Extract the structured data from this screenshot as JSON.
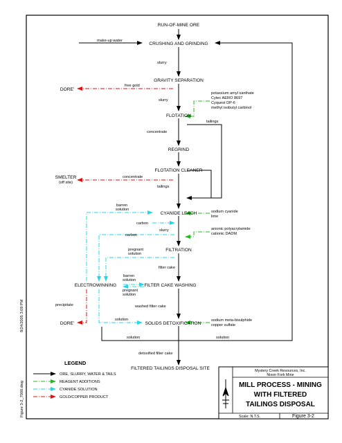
{
  "nodes": {
    "run_of_mine_ore": "RUN-OF-MINE ORE",
    "crushing_grinding": "CRUSHING AND GRINDING",
    "gravity_separation": "GRAVITY SEPARATION",
    "flotation": "FLOTATION",
    "regrind": "REGRIND",
    "flotation_cleaner": "FLOTATION CLEANER",
    "cyanide_leach": "CYANIDE LEACH",
    "filtration": "FILTRATION",
    "filter_cake_washing": "FILTER CAKE WASHING",
    "electrowinning": "ELECTROWINNING",
    "solids_detoxification": "SOLIDS DETOXIFICATION",
    "filtered_tailings_disposal": "FILTERED TAILINGS DISPOSAL SITE",
    "dore_1": "DORE'",
    "dore_2": "DORE'",
    "smelter": "SMELTER",
    "smelter_sub": "(off site)"
  },
  "labels": {
    "makeup_water": "make-up water",
    "slurry_1": "slurry",
    "slurry_2": "slurry",
    "slurry_3": "slurry",
    "free_gold": "free gold",
    "tailings_1": "tailings",
    "tailings_2": "tailings",
    "concentrate_1": "concentrate",
    "concentrate_2": "concentrate",
    "barren_solution_1a": "barren",
    "barren_solution_1b": "solution",
    "carbon_1": "carbon",
    "carbon_2": "carbon",
    "pregnant_solution_1a": "pregnant",
    "pregnant_solution_1b": "solution",
    "filter_cake": "filter cake",
    "barren_solution_2a": "barren",
    "barren_solution_2b": "solution",
    "pregnant_solution_2a": "pregnant",
    "pregnant_solution_2b": "solution",
    "precipitate": "precipitate",
    "washed_filter_cake": "washed filter cake",
    "solution_1": "solution",
    "solution_2": "solution",
    "solution_3": "solution",
    "detoxified_filter_cake": "detoxified filter cake"
  },
  "reagents": {
    "flotation": [
      "potassium amyl xanthate",
      "Cytec AERO 8697",
      "Cyquest DP-6",
      "methyl isobutyl carbinol"
    ],
    "leach": [
      "sodium cyanide",
      "lime"
    ],
    "filtration": [
      "anionic polyacrylamide",
      "cationic DADM"
    ],
    "detox": [
      "sodium meta-bisulphide",
      "copper sulfate"
    ]
  },
  "legend": {
    "title": "LEGEND",
    "items": [
      {
        "label": "ORE, SLURRY, WATER & TAILS",
        "color": "#000000"
      },
      {
        "label": "REAGENT ADDITIONS",
        "color": "#22bb22"
      },
      {
        "label": "CYANIDE SOLUTION",
        "color": "#22d8e8"
      },
      {
        "label": "GOLD/COPPER PRODUCT",
        "color": "#dd1111"
      }
    ]
  },
  "title_block": {
    "company": "Mystery Creek Resources, Inc.",
    "mine": "Nixon Fork Mine",
    "title_line1": "MILL PROCESS - MINING",
    "title_line2": "WITH FILTERED",
    "title_line3": "TAILINGS DISPOSAL",
    "scale": "Scale: N.T.S.",
    "figure": "Figure 3-2"
  },
  "margin_text": {
    "timestamp": "8/24/2005  3:09 PM",
    "filename": "Figure 3-2_7000.dwg"
  },
  "colors": {
    "ore": "#000000",
    "reagent": "#22bb22",
    "cyanide": "#22d8e8",
    "gold": "#dd1111"
  }
}
